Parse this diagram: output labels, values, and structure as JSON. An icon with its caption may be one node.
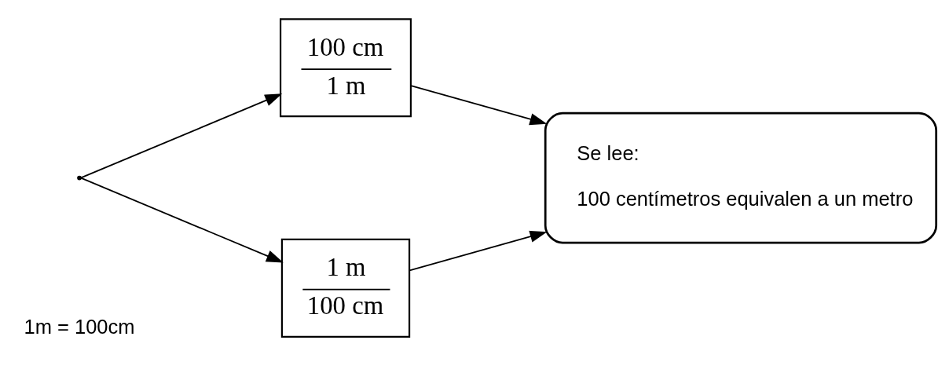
{
  "diagram": {
    "nodes": [
      {
        "text": [],
        "shape": "point"
      },
      {
        "text": [
          "100 cm",
          "1 m"
        ]
      },
      {
        "text": [
          "1 m",
          "100 cm"
        ]
      },
      {
        "text": [
          "Se lee:",
          "100 centímetros equivalen a un metro"
        ]
      }
    ],
    "edges": [
      {
        "from": 0,
        "to": 1,
        "arrow": "to"
      },
      {
        "from": 0,
        "to": 2,
        "arrow": "to"
      },
      {
        "from": 1,
        "to": 3,
        "arrow": "to"
      },
      {
        "from": 2,
        "to": 3,
        "arrow": "to"
      }
    ],
    "labels": [
      "1m = 100cm"
    ]
  }
}
